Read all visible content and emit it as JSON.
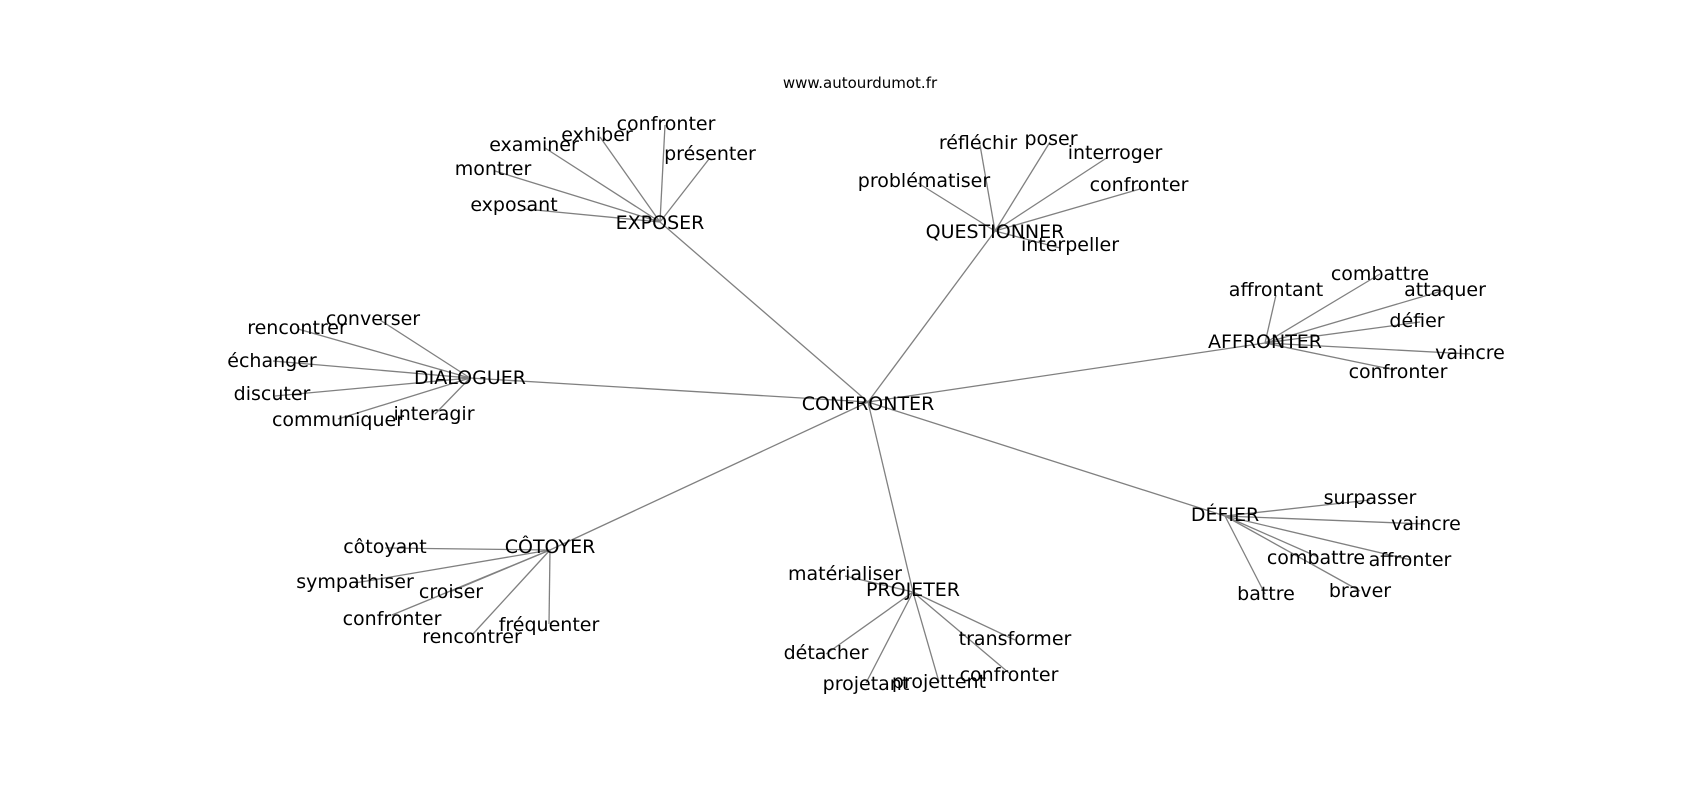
{
  "source_label": "www.autourdumot.fr",
  "root": "CONFRONTER",
  "groups": [
    {
      "name": "EXPOSER",
      "words": [
        "confronter",
        "exhiber",
        "examiner",
        "montrer",
        "exposant",
        "présenter"
      ]
    },
    {
      "name": "QUESTIONNER",
      "words": [
        "réfléchir",
        "poser",
        "interroger",
        "confronter",
        "problématiser",
        "interpeller"
      ]
    },
    {
      "name": "DIALOGUER",
      "words": [
        "rencontrer",
        "converser",
        "échanger",
        "discuter",
        "communiquer",
        "interagir"
      ]
    },
    {
      "name": "AFFRONTER",
      "words": [
        "affrontant",
        "combattre",
        "attaquer",
        "défier",
        "vaincre",
        "confronter"
      ]
    },
    {
      "name": "CÔTOYER",
      "words": [
        "côtoyant",
        "sympathiser",
        "croiser",
        "confronter",
        "rencontrer",
        "fréquenter"
      ]
    },
    {
      "name": "PROJETER",
      "words": [
        "matérialiser",
        "détacher",
        "projetant",
        "projettent",
        "confronter",
        "transformer"
      ]
    },
    {
      "name": "DÉFIER",
      "words": [
        "surpasser",
        "vaincre",
        "combattre",
        "affronter",
        "battre",
        "braver"
      ]
    }
  ]
}
